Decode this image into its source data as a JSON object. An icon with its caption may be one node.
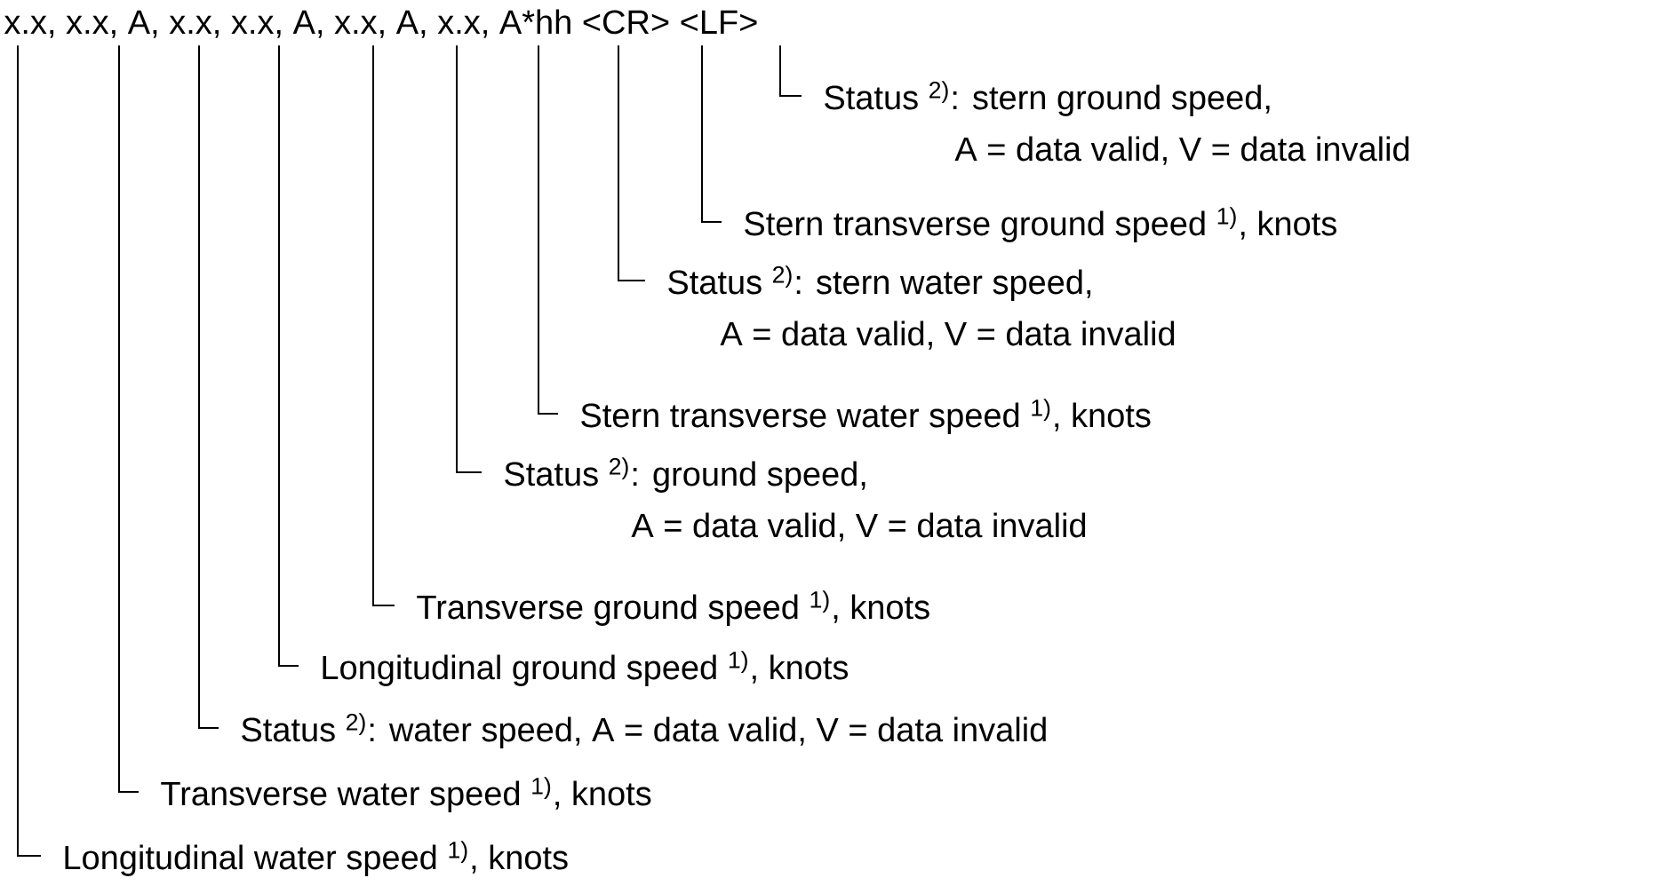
{
  "diagram": {
    "nodes": [
      {
        "text": [
          "x.x, x.x, A, x.x, x.x, A, x.x, A, x.x, A*hh <CR> <LF>"
        ]
      },
      {
        "text": [
          "Status $^{2)}$: stern ground speed,",
          "A = data valid, V = data invalid"
        ]
      },
      {
        "text": [
          "Stern transverse ground speed $^{1)}$, knots"
        ]
      },
      {
        "text": [
          "Status $^{2)}$: stern water speed,",
          "A = data valid, V = data invalid"
        ]
      },
      {
        "text": [
          "Stern transverse water speed $^{1)}$, knots"
        ]
      },
      {
        "text": [
          "Status $^{2)}$: ground speed,",
          "A = data valid, V = data invalid"
        ]
      },
      {
        "text": [
          "Transverse ground speed $^{1)}$, knots"
        ]
      },
      {
        "text": [
          "Longitudinal ground speed $^{1)}$, knots"
        ]
      },
      {
        "text": [
          "Status $^{2)}$: water speed, A = data valid, V = data invalid"
        ]
      },
      {
        "text": [
          "Transverse water speed $^{1)}$, knots"
        ]
      },
      {
        "text": [
          "Longitudinal water speed $^{1)}$, knots"
        ]
      }
    ],
    "edges": [
      {
        "from": 0,
        "to": 1,
        "arrow": "none"
      },
      {
        "from": 0,
        "to": 2,
        "arrow": "none"
      },
      {
        "from": 0,
        "to": 3,
        "arrow": "none"
      },
      {
        "from": 0,
        "to": 4,
        "arrow": "none"
      },
      {
        "from": 0,
        "to": 5,
        "arrow": "none"
      },
      {
        "from": 0,
        "to": 6,
        "arrow": "none"
      },
      {
        "from": 0,
        "to": 7,
        "arrow": "none"
      },
      {
        "from": 0,
        "to": 8,
        "arrow": "none"
      },
      {
        "from": 0,
        "to": 9,
        "arrow": "none"
      },
      {
        "from": 0,
        "to": 10,
        "arrow": "none"
      }
    ]
  }
}
